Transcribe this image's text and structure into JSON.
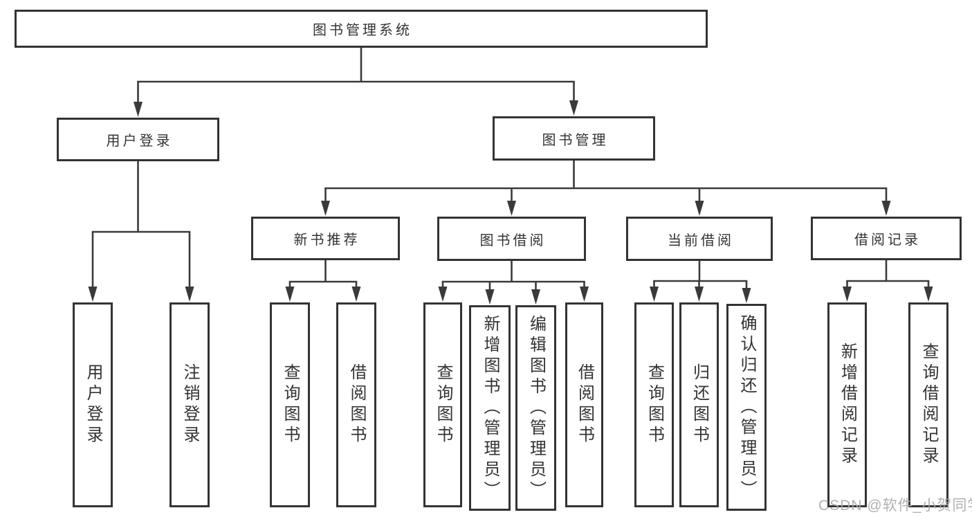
{
  "diagram": {
    "type": "tree-structure-chart",
    "title": "图书管理系统",
    "watermark": "CSDN @软件_小贺同学",
    "colors": {
      "background": "#ffffff",
      "line": "#3a3a3a",
      "box_border": "#333333",
      "text": "#333333",
      "watermark": "#a9a9a9"
    },
    "nodes": [
      {
        "id": "root",
        "label": "图书管理系统",
        "parent": null
      },
      {
        "id": "login",
        "label": "用户登录",
        "parent": "root"
      },
      {
        "id": "mgmt",
        "label": "图书管理",
        "parent": "root"
      },
      {
        "id": "login-user",
        "label": "用户登录",
        "parent": "login"
      },
      {
        "id": "login-logout",
        "label": "注销登录",
        "parent": "login"
      },
      {
        "id": "rec",
        "label": "新书推荐",
        "parent": "mgmt"
      },
      {
        "id": "borrow",
        "label": "图书借阅",
        "parent": "mgmt"
      },
      {
        "id": "current",
        "label": "当前借阅",
        "parent": "mgmt"
      },
      {
        "id": "record",
        "label": "借阅记录",
        "parent": "mgmt"
      },
      {
        "id": "rec-query",
        "label": "查询图书",
        "parent": "rec"
      },
      {
        "id": "rec-borrow",
        "label": "借阅图书",
        "parent": "rec"
      },
      {
        "id": "borrow-query",
        "label": "查询图书",
        "parent": "borrow"
      },
      {
        "id": "borrow-add",
        "label": "新增图书（管理员）",
        "parent": "borrow"
      },
      {
        "id": "borrow-edit",
        "label": "编辑图书（管理员）",
        "parent": "borrow"
      },
      {
        "id": "borrow-lend",
        "label": "借阅图书",
        "parent": "borrow"
      },
      {
        "id": "cur-query",
        "label": "查询图书",
        "parent": "current"
      },
      {
        "id": "cur-return",
        "label": "归还图书",
        "parent": "current"
      },
      {
        "id": "cur-confirm",
        "label": "确认归还（管理员）",
        "parent": "current"
      },
      {
        "id": "record-add",
        "label": "新增借阅记录",
        "parent": "record"
      },
      {
        "id": "record-query",
        "label": "查询借阅记录",
        "parent": "record"
      }
    ]
  }
}
